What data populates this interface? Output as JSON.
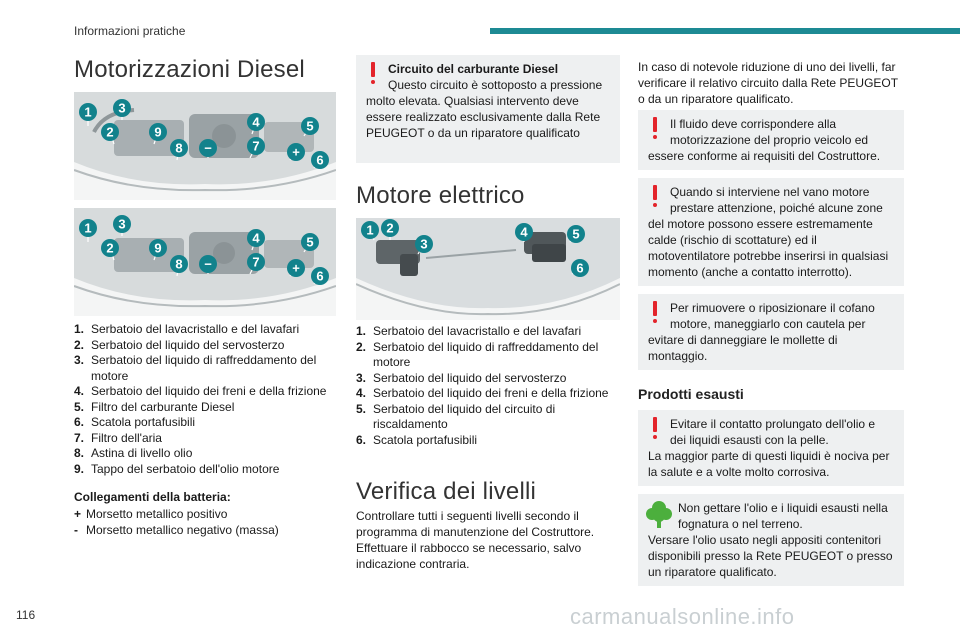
{
  "header": {
    "section_label": "Informazioni pratiche"
  },
  "page_number": "116",
  "watermark": "carmanualsonline.info",
  "diesel": {
    "title": "Motorizzazioni Diesel",
    "callouts_top": [
      "1",
      "2",
      "3",
      "9",
      "8",
      "−",
      "4",
      "7",
      "5",
      "+",
      "6"
    ],
    "callouts_bottom": [
      "1",
      "2",
      "3",
      "9",
      "8",
      "−",
      "4",
      "7",
      "5",
      "+",
      "6"
    ],
    "items": [
      {
        "num": "1.",
        "text": "Serbatoio del lavacristallo e del lavafari"
      },
      {
        "num": "2.",
        "text": "Serbatoio del liquido del servosterzo"
      },
      {
        "num": "3.",
        "text": "Serbatoio del liquido di raffreddamento del motore"
      },
      {
        "num": "4.",
        "text": "Serbatoio del liquido dei freni e della frizione"
      },
      {
        "num": "5.",
        "text": "Filtro del carburante Diesel"
      },
      {
        "num": "6.",
        "text": "Scatola portafusibili"
      },
      {
        "num": "7.",
        "text": "Filtro dell'aria"
      },
      {
        "num": "8.",
        "text": "Astina di livello olio"
      },
      {
        "num": "9.",
        "text": "Tappo del serbatoio dell'olio motore"
      }
    ],
    "battery_title": "Collegamenti della batteria:",
    "battery_items": [
      {
        "num": "+",
        "text": "Morsetto metallico positivo"
      },
      {
        "num": "-",
        "text": "Morsetto metallico negativo (massa)"
      }
    ]
  },
  "fuel_warning": {
    "title": "Circuito del carburante Diesel",
    "line1": "Questo circuito è sottoposto a pressione",
    "rest": "molto elevata. Qualsiasi intervento deve essere realizzato esclusivamente dalla Rete PEUGEOT o da un riparatore qualificato"
  },
  "electric": {
    "title": "Motore elettrico",
    "callouts": [
      "1",
      "2",
      "3",
      "4",
      "5",
      "6"
    ],
    "items": [
      {
        "num": "1.",
        "text": "Serbatoio del lavacristallo e del lavafari"
      },
      {
        "num": "2.",
        "text": "Serbatoio del liquido di raffreddamento del motore"
      },
      {
        "num": "3.",
        "text": "Serbatoio del liquido del servosterzo"
      },
      {
        "num": "4.",
        "text": "Serbatoio del liquido dei freni e della frizione"
      },
      {
        "num": "5.",
        "text": "Serbatoio del liquido del circuito di riscaldamento"
      },
      {
        "num": "6.",
        "text": "Scatola portafusibili"
      }
    ]
  },
  "levels": {
    "title": "Verifica dei livelli",
    "text": "Controllare tutti i seguenti livelli secondo il programma di manutenzione del Costruttore. Effettuare il rabbocco se necessario, salvo indicazione contraria."
  },
  "col3": {
    "intro": "In caso di notevole riduzione di uno dei livelli, far verificare il relativo circuito dalla Rete PEUGEOT o da un riparatore qualificato.",
    "warn1": {
      "lead": "Il fluido deve corrispondere alla motorizzazione del proprio veicolo ed",
      "rest": "essere conforme ai requisiti del Costruttore."
    },
    "warn2": {
      "lead": "Quando si interviene nel vano motore prestare attenzione, poiché alcune zone",
      "rest": "del motore possono essere estremamente calde (rischio di scottature) ed il motoventilatore potrebbe inserirsi in qualsiasi momento (anche a contatto interrotto)."
    },
    "warn3": {
      "lead": "Per rimuovere o riposizionare il cofano motore, maneggiarlo con cautela per",
      "rest": "evitare di danneggiare le mollette di montaggio."
    },
    "used_title": "Prodotti esausti",
    "warn4": {
      "lead": "Evitare il contatto prolungato dell'olio e dei liquidi esausti con la pelle.",
      "rest": "La maggior parte di questi liquidi è nociva per la salute e a volte molto corrosiva."
    },
    "eco": {
      "lead": "Non gettare l'olio e i liquidi esausti nella fognatura o nel terreno.",
      "rest": "Versare l'olio usato negli appositi contenitori disponibili presso la Rete PEUGEOT o presso un riparatore qualificato."
    }
  },
  "colors": {
    "accent": "#1d8a94",
    "callout": "#12828c",
    "warning": "#e3242b",
    "eco": "#4caf3d",
    "box_bg": "#eef0f1"
  },
  "icons": [
    "warning-exclamation-icon",
    "eco-tree-icon"
  ]
}
